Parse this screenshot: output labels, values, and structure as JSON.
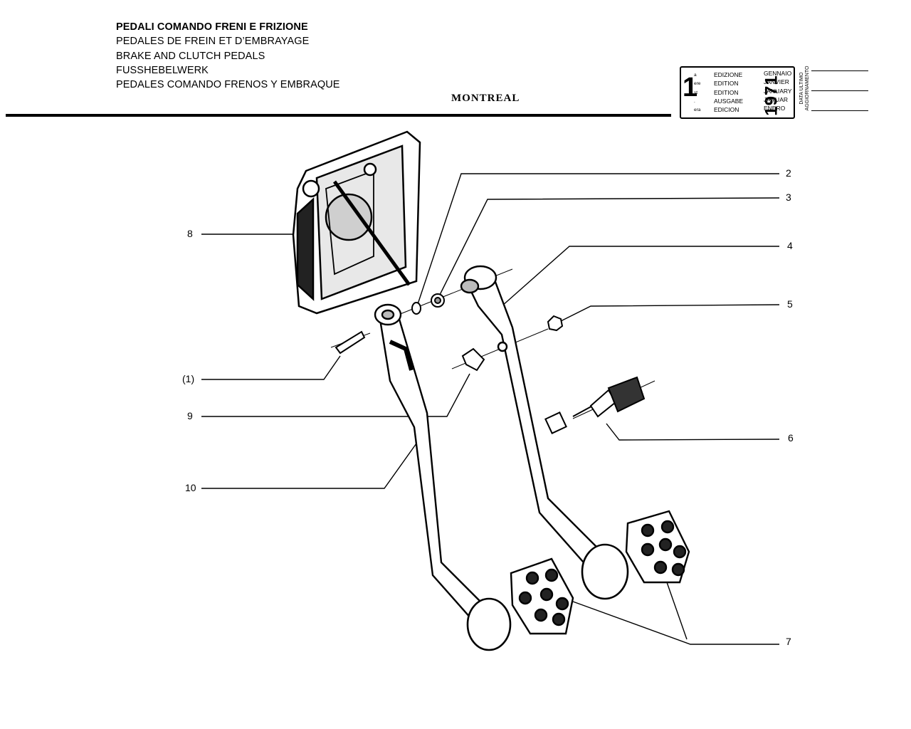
{
  "header": {
    "titles": [
      "PEDALI COMANDO FRENI E FRIZIONE",
      "PEDALES DE FREIN ET D’EMBRAYAGE",
      "BRAKE AND CLUTCH PEDALS",
      "FUSSHEBELWERK",
      "PEDALES COMANDO FRENOS Y EMBRAQUE"
    ],
    "model": "MONTREAL"
  },
  "edition_box": {
    "number": "1",
    "suffixes": [
      "a",
      "ere",
      "st",
      ".",
      "era"
    ],
    "labels": [
      "EDIZIONE",
      "EDITION",
      "EDITION",
      "AUSGABE",
      "EDICION"
    ],
    "year": "1971",
    "months": [
      "GENNAIO",
      "JANVIER",
      "JANUARY",
      "JANUAR",
      "ENERO"
    ],
    "last_update": "DATA ULTIMO AGGIORNAMENTO"
  },
  "callouts": {
    "c2": "2",
    "c3": "3",
    "c4": "4",
    "c5": "5",
    "c6": "6",
    "c7": "7",
    "c8": "8",
    "c1": "(1)",
    "c9": "9",
    "c10": "10"
  }
}
